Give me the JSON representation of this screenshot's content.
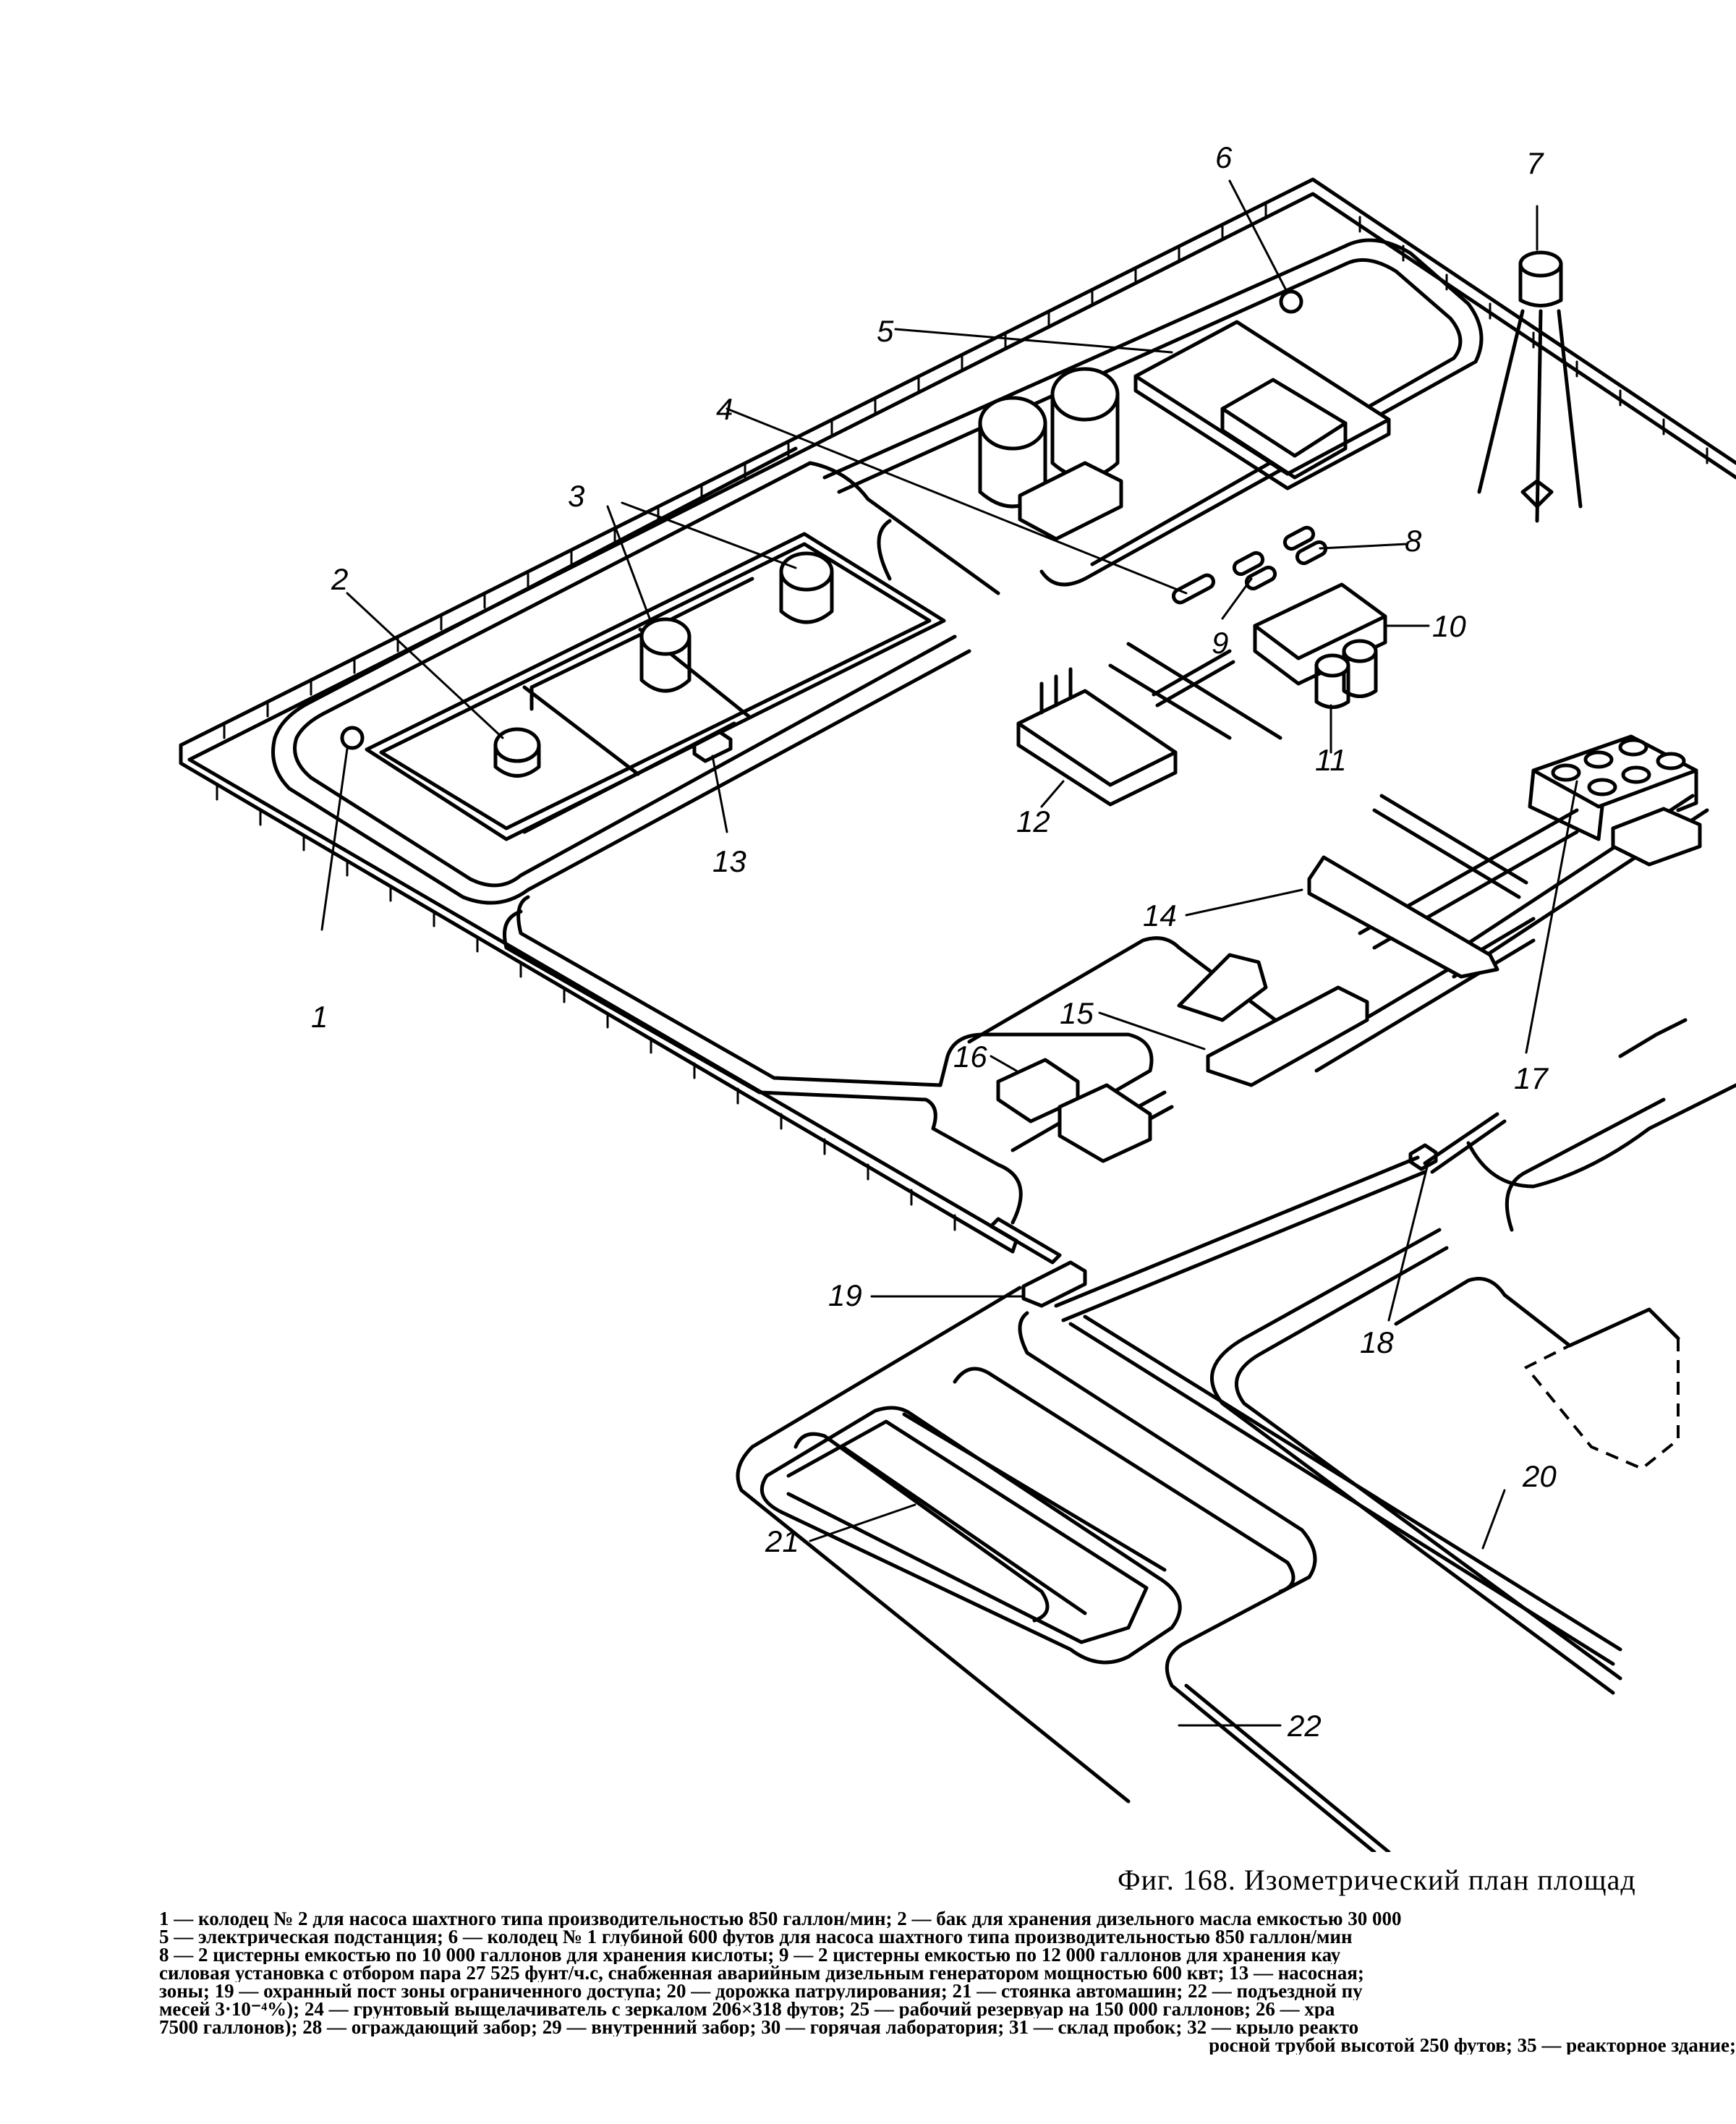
{
  "figure": {
    "title": "Фиг. 168. Изометрический план площад",
    "callouts": [
      "1",
      "2",
      "3",
      "4",
      "5",
      "6",
      "7",
      "8",
      "9",
      "10",
      "11",
      "12",
      "13",
      "14",
      "15",
      "16",
      "17",
      "18",
      "19",
      "20",
      "21",
      "22"
    ],
    "caption_lines": [
      "1 — колодец № 2 для насоса шахтного типа производительностью 850 галлон/мин; 2 — бак для хранения дизельного масла емкостью 30 000",
      "5 — электрическая подстанция; 6 — колодец № 1 глубиной 600 футов для насоса шахтного типа производительностью 850 галлон/мин",
      "8 — 2 цистерны емкостью по 10 000 галлонов для хранения кислоты; 9 — 2 цистерны емкостью по 12 000 галлонов для хранения кау",
      "силовая установка с отбором пара 27 525 фунт/ч.с, снабженная аварийным дизельным генератором мощностью 600 квт; 13 — насосная;",
      "зоны; 19 — охранный пост зоны ограниченного доступа; 20 — дорожка патрулирования; 21 — стоянка автомашин; 22 — подъездной пу",
      "месей 3·10⁻⁴%); 24 — грунтовый выщелачиватель с зеркалом 206×318 футов; 25 — рабочий резервуар на 150 000 галлонов; 26 — хра",
      "7500 галлонов); 28 — ограждающий забор; 29 — внутренний забор; 30 — горячая лаборатория; 31 — склад пробок; 32 — крыло реакто",
      "росной трубой высотой 250 футов; 35 — реакторное здание;"
    ]
  }
}
